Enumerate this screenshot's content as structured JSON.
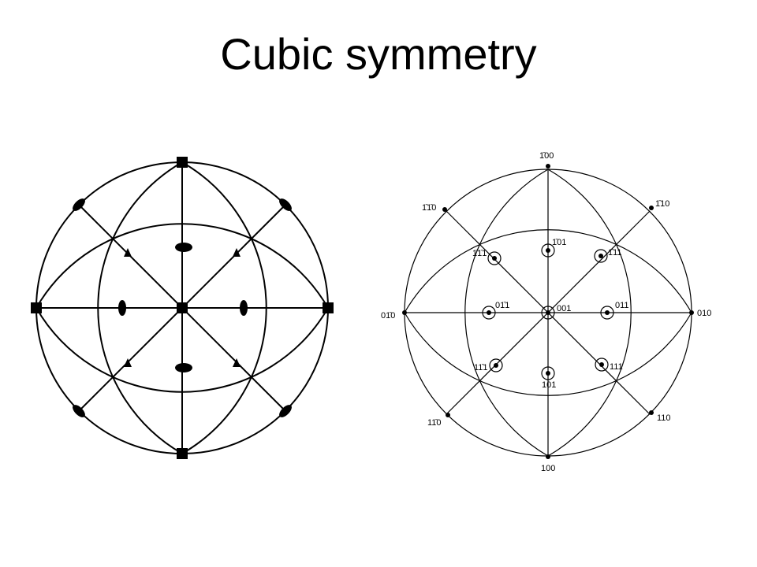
{
  "title": "Cubic symmetry",
  "colors": {
    "line": "#000000",
    "background": "#ffffff"
  },
  "left_diagram": {
    "symbols": {
      "fourfold": "square",
      "threefold": "triangle",
      "twofold": "ellipse"
    }
  },
  "right_diagram": {
    "labels": {
      "n100": "1̄00",
      "p100": "100",
      "n010": "01̄0",
      "p010": "010",
      "p001": "001",
      "n110": "1̄1̄0",
      "m110": "1̄10",
      "c110": "11̄0",
      "p110": "110",
      "p101": "101",
      "n101": "1̄01",
      "p011": "011",
      "n011": "01̄1",
      "nn111": "1̄1̄1",
      "nm111": "1̄11",
      "mn111": "11̄1",
      "p111": "111"
    }
  }
}
